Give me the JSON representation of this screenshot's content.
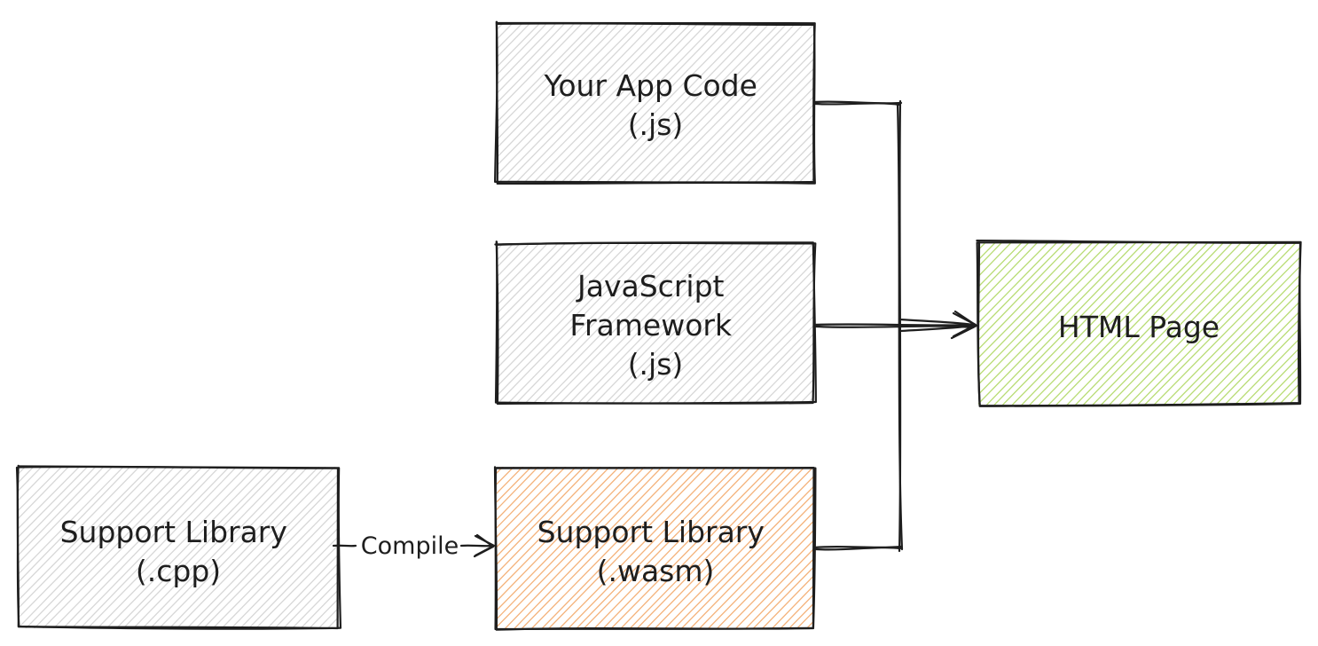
{
  "nodes": [
    {
      "id": "app",
      "lines": [
        "Your App Code",
        "(.js)"
      ],
      "fill": "#d7d7d7"
    },
    {
      "id": "framework",
      "lines": [
        "JavaScript",
        "Framework",
        "(.js)"
      ],
      "fill": "#d7d7d7"
    },
    {
      "id": "wasm",
      "lines": [
        "Support Library",
        "(.wasm)"
      ],
      "fill": "#f4b27a"
    },
    {
      "id": "cpp",
      "lines": [
        "Support Library",
        "(.cpp)"
      ],
      "fill": "#d7d7d7"
    },
    {
      "id": "html",
      "lines": [
        "HTML Page"
      ],
      "fill": "#b8dc74"
    }
  ],
  "edges": {
    "compile": {
      "from": "Support Library (.cpp)",
      "to": "Support Library (.wasm)",
      "label": "Compile"
    },
    "merge": {
      "from": [
        "Your App Code (.js)",
        "JavaScript Framework (.js)",
        "Support Library (.wasm)"
      ],
      "to": "HTML Page"
    }
  },
  "colors": {
    "stroke": "#1e1e1e",
    "background": "#ffffff"
  }
}
